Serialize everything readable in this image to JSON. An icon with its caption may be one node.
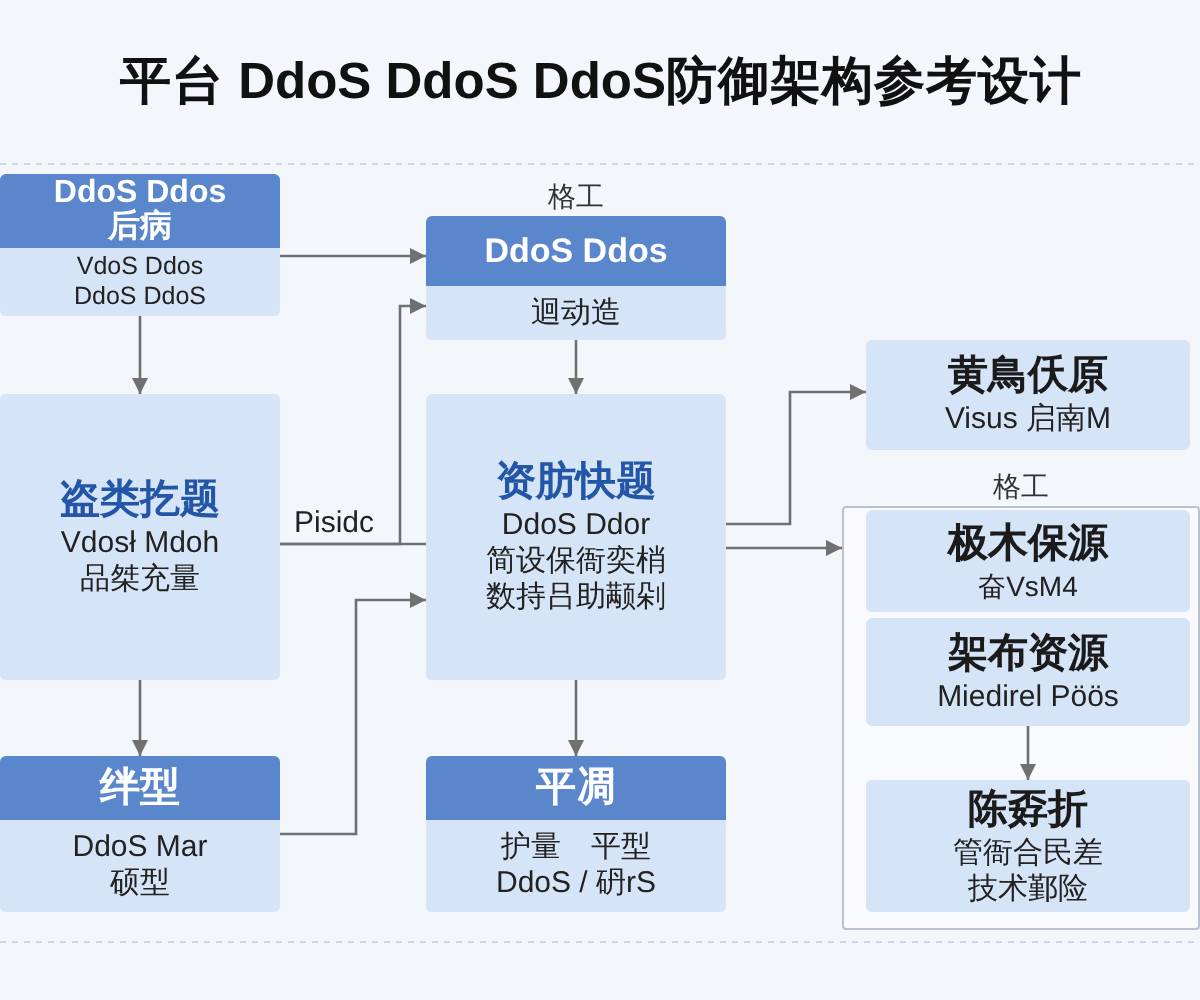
{
  "diagram": {
    "title": "平台 DdoS DdoS DdoS防御架构参考设计",
    "nodes": [
      {
        "text": [
          "DdoS Ddos 后病",
          "VdoS Ddos DdoS DdoS"
        ]
      },
      {
        "text": [
          "盗类扢题",
          "Vdosł Mdoh 品桀充量"
        ]
      },
      {
        "text": [
          "绊型",
          "DdoS Mar 硕型"
        ]
      },
      {
        "text": [
          "格工",
          "DdoS Ddos",
          "迴动造"
        ]
      },
      {
        "text": [
          "资肪快题",
          "DdoS Ddor 简设保衙奕梢数持吕助颟剁"
        ]
      },
      {
        "text": [
          "平凋",
          "护量　平型 DdoS / 砃rS"
        ]
      },
      {
        "text": [
          "黄鳥仸原",
          "Visus 启南M"
        ]
      },
      {
        "text": [
          "格工"
        ]
      },
      {
        "text": [
          "极木保源",
          "奋VsM4"
        ],
        "in": 7
      },
      {
        "text": [
          "架布资源",
          "Miedirel Pöös"
        ],
        "in": 7
      },
      {
        "text": [
          "陈孬折",
          "管衙合民差技术鄞险"
        ],
        "in": 7
      }
    ],
    "edges": [
      {
        "from": 0,
        "to": 1,
        "arrow": "to"
      },
      {
        "from": 1,
        "to": 2,
        "arrow": "to"
      },
      {
        "from": 0,
        "to": 3,
        "arrow": "to"
      },
      {
        "from": 1,
        "to": 3,
        "arrow": "to"
      },
      {
        "from": 1,
        "to": 4,
        "arrow": "none",
        "label": "Pisidc"
      },
      {
        "from": 2,
        "to": 4,
        "arrow": "to"
      },
      {
        "from": 3,
        "to": 4,
        "arrow": "to"
      },
      {
        "from": 4,
        "to": 5,
        "arrow": "to"
      },
      {
        "from": 4,
        "to": 6,
        "arrow": "to"
      },
      {
        "from": 4,
        "to": 7,
        "arrow": "to"
      },
      {
        "from": 9,
        "to": 10,
        "arrow": "to"
      }
    ]
  }
}
